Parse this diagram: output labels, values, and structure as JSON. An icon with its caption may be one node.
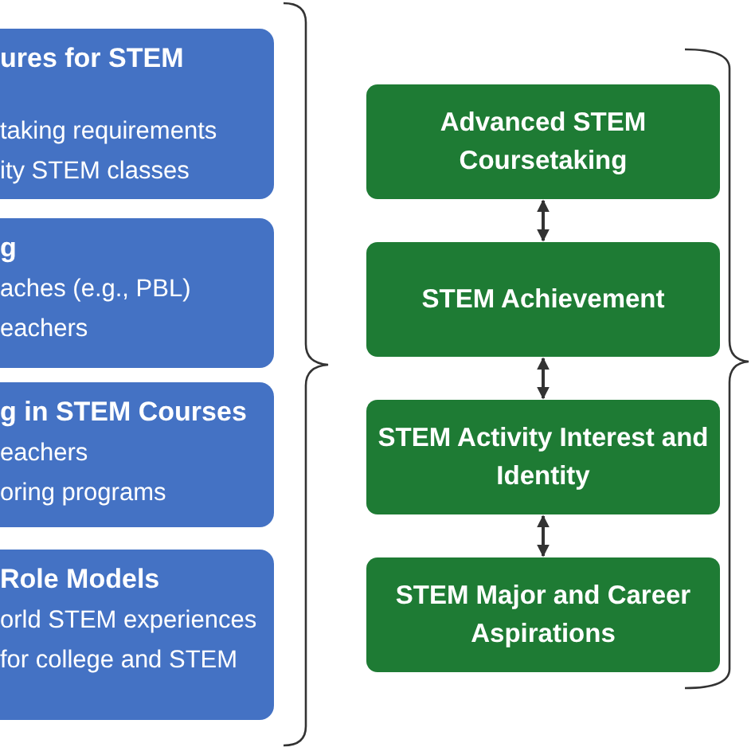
{
  "diagram": {
    "nodes": [
      {
        "text": [
          "ures for STEM",
          "taking requirements",
          "ity STEM classes"
        ]
      },
      {
        "text": [
          "g",
          "aches (e.g., PBL)",
          "eachers"
        ]
      },
      {
        "text": [
          "g in STEM Courses",
          "eachers",
          "oring programs"
        ]
      },
      {
        "text": [
          "Role Models",
          "orld STEM experiences",
          "for college and STEM"
        ]
      },
      {
        "text": [
          "Advanced STEM Coursetaking"
        ]
      },
      {
        "text": [
          "STEM Achievement"
        ]
      },
      {
        "text": [
          "STEM Activity Interest and Identity"
        ]
      },
      {
        "text": [
          "STEM Major and Career Aspirations"
        ]
      }
    ],
    "edges": [
      {
        "from": 4,
        "to": 5,
        "arrow": "both"
      },
      {
        "from": 5,
        "to": 6,
        "arrow": "both"
      },
      {
        "from": 6,
        "to": 7,
        "arrow": "both"
      }
    ]
  }
}
